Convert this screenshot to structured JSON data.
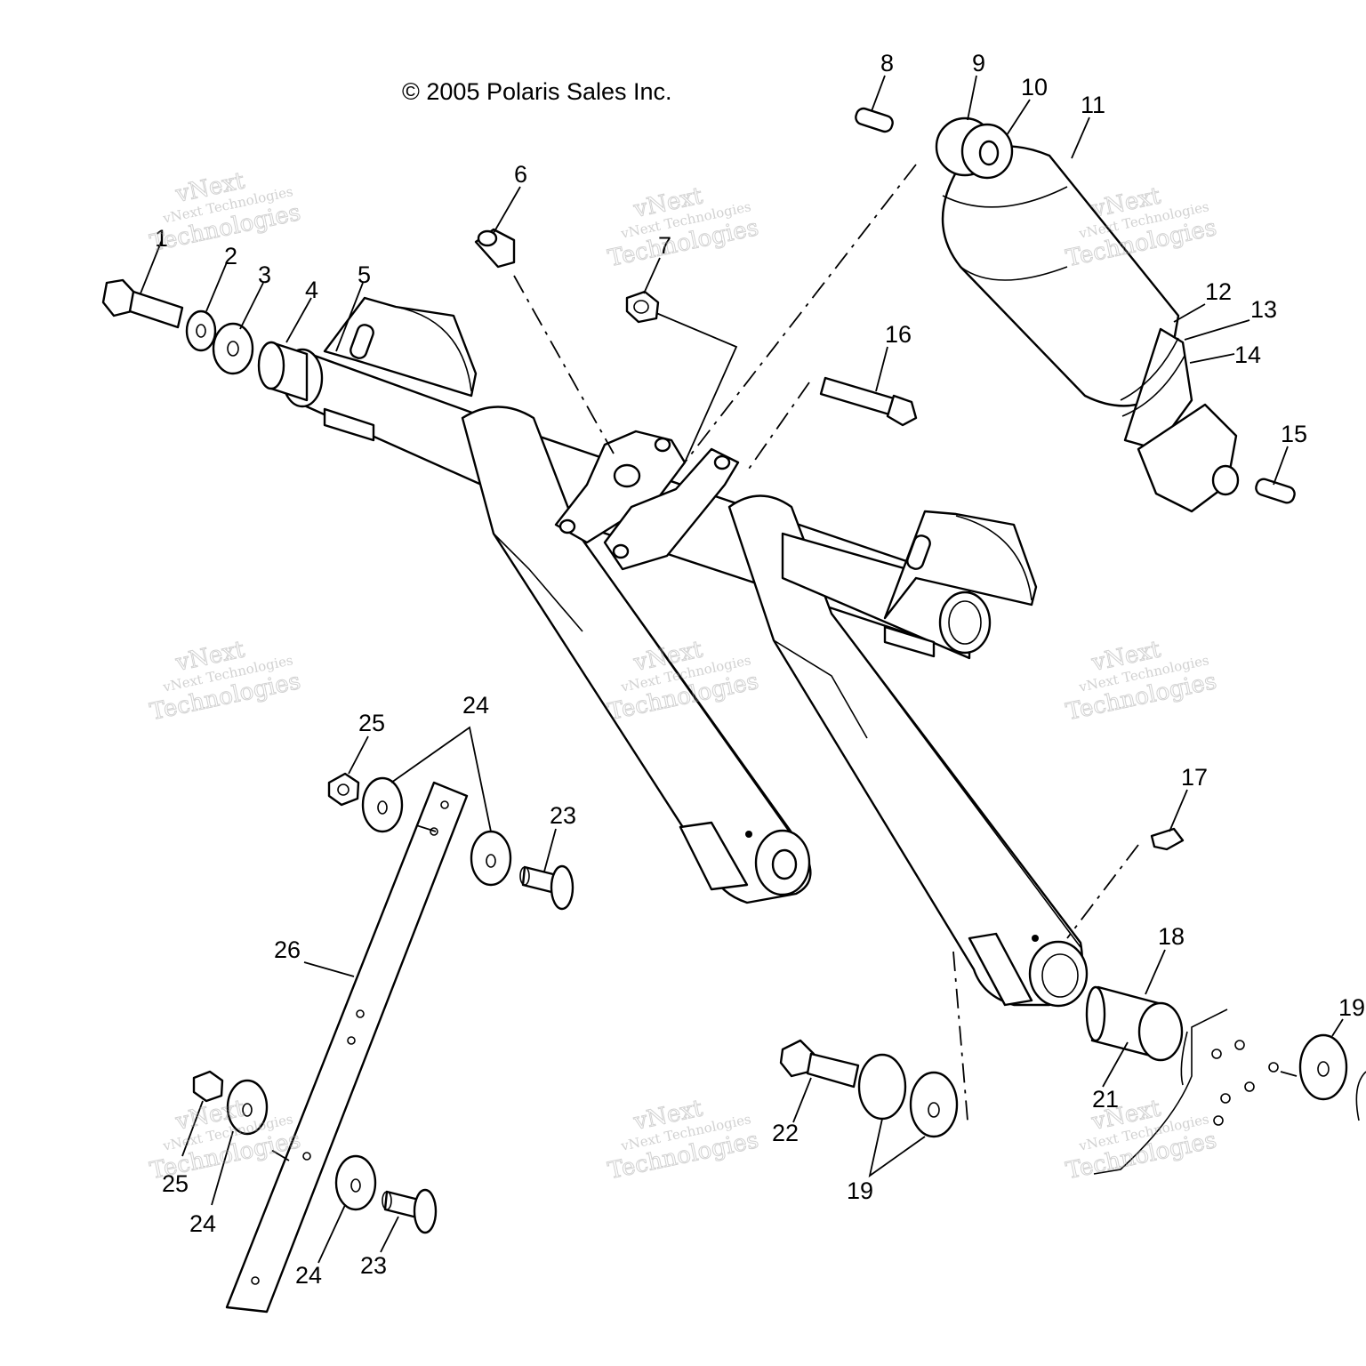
{
  "copyright": "© 2005 Polaris Sales Inc.",
  "watermark": {
    "line1": "vNext",
    "line2": "vNext Technologies",
    "line3": "Technologies"
  },
  "callouts": [
    "1",
    "2",
    "3",
    "4",
    "5",
    "6",
    "7",
    "8",
    "9",
    "10",
    "11",
    "12",
    "13",
    "14",
    "15",
    "16",
    "17",
    "18",
    "19",
    "21",
    "22",
    "23",
    "24",
    "25",
    "26"
  ],
  "colors": {
    "ink": "#000000",
    "paper": "#ffffff",
    "watermark": "#9a9a9a"
  }
}
